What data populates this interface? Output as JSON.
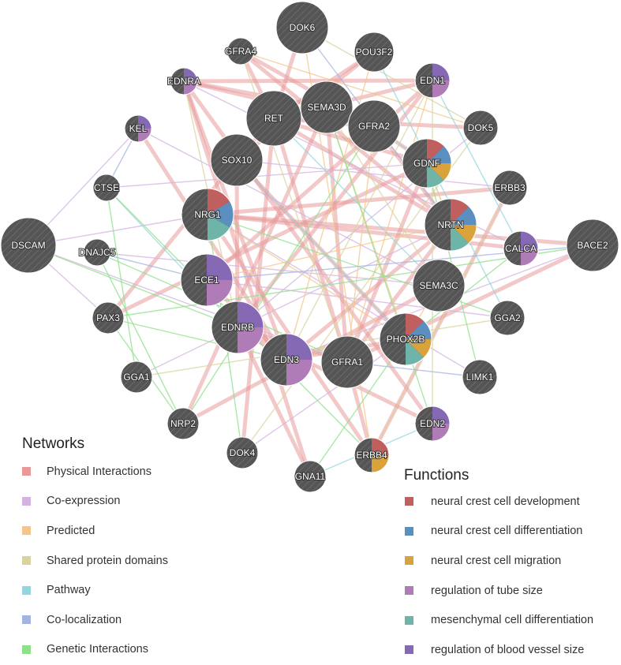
{
  "nodes": [
    {
      "name": "DOK6",
      "functions": []
    },
    {
      "name": "GFRA4",
      "functions": []
    },
    {
      "name": "POU3F2",
      "functions": []
    },
    {
      "name": "EDNRA",
      "functions": [
        "regulation of blood vessel size",
        "regulation of tube size"
      ]
    },
    {
      "name": "EDN1",
      "functions": [
        "regulation of blood vessel size",
        "regulation of tube size"
      ]
    },
    {
      "name": "SEMA3D",
      "functions": []
    },
    {
      "name": "RET",
      "functions": []
    },
    {
      "name": "GFRA2",
      "functions": []
    },
    {
      "name": "KEL",
      "functions": [
        "regulation of blood vessel size",
        "regulation of tube size"
      ]
    },
    {
      "name": "DOK5",
      "functions": []
    },
    {
      "name": "SOX10",
      "functions": []
    },
    {
      "name": "GDNF",
      "functions": [
        "neural crest cell development",
        "neural crest cell differentiation",
        "neural crest cell migration",
        "mesenchymal cell differentiation"
      ]
    },
    {
      "name": "CTSE",
      "functions": []
    },
    {
      "name": "ERBB3",
      "functions": []
    },
    {
      "name": "NRG1",
      "functions": [
        "neural crest cell development",
        "neural crest cell differentiation",
        "mesenchymal cell differentiation"
      ]
    },
    {
      "name": "NRTN",
      "functions": [
        "neural crest cell development",
        "neural crest cell differentiation",
        "neural crest cell migration",
        "mesenchymal cell differentiation"
      ]
    },
    {
      "name": "DSCAM",
      "functions": []
    },
    {
      "name": "DNAJC5",
      "functions": []
    },
    {
      "name": "CALCA",
      "functions": [
        "regulation of blood vessel size",
        "regulation of tube size"
      ]
    },
    {
      "name": "BACE2",
      "functions": []
    },
    {
      "name": "ECE1",
      "functions": [
        "regulation of blood vessel size",
        "regulation of tube size"
      ]
    },
    {
      "name": "SEMA3C",
      "functions": []
    },
    {
      "name": "PAX3",
      "functions": []
    },
    {
      "name": "GGA2",
      "functions": []
    },
    {
      "name": "EDNRB",
      "functions": [
        "regulation of blood vessel size",
        "regulation of tube size"
      ]
    },
    {
      "name": "PHOX2B",
      "functions": [
        "neural crest cell development",
        "neural crest cell differentiation",
        "neural crest cell migration",
        "mesenchymal cell differentiation"
      ]
    },
    {
      "name": "EDN3",
      "functions": [
        "regulation of blood vessel size",
        "regulation of tube size"
      ]
    },
    {
      "name": "GFRA1",
      "functions": []
    },
    {
      "name": "GGA1",
      "functions": []
    },
    {
      "name": "LIMK1",
      "functions": []
    },
    {
      "name": "NRP2",
      "functions": []
    },
    {
      "name": "EDN2",
      "functions": [
        "regulation of blood vessel size",
        "regulation of tube size"
      ]
    },
    {
      "name": "DOK4",
      "functions": []
    },
    {
      "name": "ERBB4",
      "functions": [
        "neural crest cell development",
        "neural crest cell migration"
      ]
    },
    {
      "name": "GNA11",
      "functions": []
    }
  ],
  "edges": [
    [
      "RET",
      "GFRA1",
      "Physical Interactions"
    ],
    [
      "RET",
      "GFRA2",
      "Physical Interactions"
    ],
    [
      "RET",
      "GDNF",
      "Physical Interactions"
    ],
    [
      "RET",
      "NRTN",
      "Physical Interactions"
    ],
    [
      "RET",
      "SOX10",
      "Physical Interactions"
    ],
    [
      "RET",
      "GFRA4",
      "Physical Interactions"
    ],
    [
      "GFRA1",
      "GDNF",
      "Physical Interactions"
    ],
    [
      "GFRA1",
      "NRTN",
      "Physical Interactions"
    ],
    [
      "GFRA2",
      "NRTN",
      "Physical Interactions"
    ],
    [
      "GFRA2",
      "GDNF",
      "Physical Interactions"
    ],
    [
      "GFRA4",
      "GFRA2",
      "Physical Interactions"
    ],
    [
      "GFRA4",
      "NRTN",
      "Physical Interactions"
    ],
    [
      "EDN3",
      "EDNRB",
      "Physical Interactions"
    ],
    [
      "EDN1",
      "EDNRB",
      "Physical Interactions"
    ],
    [
      "EDN2",
      "EDNRB",
      "Physical Interactions"
    ],
    [
      "EDN1",
      "EDNRA",
      "Physical Interactions"
    ],
    [
      "EDN3",
      "EDNRA",
      "Physical Interactions"
    ],
    [
      "EDN2",
      "EDNRA",
      "Physical Interactions"
    ],
    [
      "ECE1",
      "EDN1",
      "Physical Interactions"
    ],
    [
      "ECE1",
      "EDN3",
      "Physical Interactions"
    ],
    [
      "KEL",
      "EDN3",
      "Physical Interactions"
    ],
    [
      "NRG1",
      "ERBB3",
      "Physical Interactions"
    ],
    [
      "NRG1",
      "ERBB4",
      "Physical Interactions"
    ],
    [
      "ERBB3",
      "ERBB4",
      "Physical Interactions"
    ],
    [
      "DOK6",
      "RET",
      "Physical Interactions"
    ],
    [
      "DOK5",
      "RET",
      "Physical Interactions"
    ],
    [
      "DOK4",
      "RET",
      "Physical Interactions"
    ],
    [
      "SEMA3D",
      "NRP2",
      "Physical Interactions"
    ],
    [
      "SEMA3C",
      "NRP2",
      "Physical Interactions"
    ],
    [
      "SEMA3D",
      "GFRA1",
      "Physical Interactions"
    ],
    [
      "PHOX2B",
      "SOX10",
      "Physical Interactions"
    ],
    [
      "EDNRB",
      "SOX10",
      "Physical Interactions"
    ],
    [
      "EDNRA",
      "GFRA2",
      "Physical Interactions"
    ],
    [
      "EDNRA",
      "SEMA3D",
      "Physical Interactions"
    ],
    [
      "EDN1",
      "RET",
      "Physical Interactions"
    ],
    [
      "GNA11",
      "EDNRB",
      "Physical Interactions"
    ],
    [
      "GNA11",
      "EDNRA",
      "Physical Interactions"
    ],
    [
      "BACE2",
      "GFRA1",
      "Physical Interactions"
    ],
    [
      "BACE2",
      "NRG1",
      "Physical Interactions"
    ],
    [
      "CALCA",
      "NRG1",
      "Physical Interactions"
    ],
    [
      "ERBB4",
      "GFRA1",
      "Physical Interactions"
    ],
    [
      "PAX3",
      "SOX10",
      "Physical Interactions"
    ],
    [
      "PHOX2B",
      "EDN3",
      "Physical Interactions"
    ],
    [
      "EDNRB",
      "GFRA1",
      "Physical Interactions"
    ],
    [
      "NRTN",
      "EDN3",
      "Physical Interactions"
    ],
    [
      "GDNF",
      "PAX3",
      "Physical Interactions"
    ],
    [
      "POU3F2",
      "SOX10",
      "Physical Interactions"
    ],
    [
      "POU3F2",
      "RET",
      "Physical Interactions"
    ],
    [
      "DSCAM",
      "NRG1",
      "Co-expression"
    ],
    [
      "DSCAM",
      "GFRA1",
      "Co-expression"
    ],
    [
      "DSCAM",
      "KEL",
      "Co-expression"
    ],
    [
      "DSCAM",
      "PAX3",
      "Co-expression"
    ],
    [
      "CTSE",
      "GDNF",
      "Co-expression"
    ],
    [
      "DNAJC5",
      "SEMA3C",
      "Co-expression"
    ],
    [
      "GGA1",
      "NRTN",
      "Co-expression"
    ],
    [
      "GGA2",
      "ECE1",
      "Co-expression"
    ],
    [
      "LIMK1",
      "NRG1",
      "Co-expression"
    ],
    [
      "DOK5",
      "EDNRB",
      "Co-expression"
    ],
    [
      "BACE2",
      "EDN3",
      "Co-expression"
    ],
    [
      "KEL",
      "SEMA3C",
      "Co-expression"
    ],
    [
      "CALCA",
      "EDNRA",
      "Co-expression"
    ],
    [
      "ERBB3",
      "SOX10",
      "Co-expression"
    ],
    [
      "DOK4",
      "PHOX2B",
      "Co-expression"
    ],
    [
      "GDNF",
      "NRTN",
      "Predicted"
    ],
    [
      "GFRA1",
      "GFRA2",
      "Predicted"
    ],
    [
      "PHOX2B",
      "SEMA3C",
      "Predicted"
    ],
    [
      "EDN1",
      "GFRA1",
      "Predicted"
    ],
    [
      "SEMA3D",
      "PHOX2B",
      "Predicted"
    ],
    [
      "DOK6",
      "ERBB4",
      "Predicted"
    ],
    [
      "POU3F2",
      "EDN3",
      "Predicted"
    ],
    [
      "NRG1",
      "PHOX2B",
      "Predicted"
    ],
    [
      "GFRA4",
      "DOK5",
      "Predicted"
    ],
    [
      "ECE1",
      "NRTN",
      "Predicted"
    ],
    [
      "SEMA3D",
      "SEMA3C",
      "Shared protein domains"
    ],
    [
      "EDN1",
      "EDN3",
      "Shared protein domains"
    ],
    [
      "EDN2",
      "EDN1",
      "Shared protein domains"
    ],
    [
      "DOK4",
      "DOK5",
      "Shared protein domains"
    ],
    [
      "DOK6",
      "DOK5",
      "Shared protein domains"
    ],
    [
      "GGA1",
      "GGA2",
      "Shared protein domains"
    ],
    [
      "ERBB3",
      "ERBB4",
      "Shared protein domains"
    ],
    [
      "GFRA4",
      "GFRA1",
      "Shared protein domains"
    ],
    [
      "NRTN",
      "GDNF",
      "Shared protein domains"
    ],
    [
      "EDNRA",
      "EDNRB",
      "Shared protein domains"
    ],
    [
      "GDNF",
      "GFRA2",
      "Pathway"
    ],
    [
      "RET",
      "SEMA3C",
      "Pathway"
    ],
    [
      "EDN1",
      "CALCA",
      "Pathway"
    ],
    [
      "SOX10",
      "PHOX2B",
      "Pathway"
    ],
    [
      "GNA11",
      "EDN2",
      "Pathway"
    ],
    [
      "POU3F2",
      "GGA2",
      "Pathway"
    ],
    [
      "CTSE",
      "EDNRB",
      "Pathway"
    ],
    [
      "DOK6",
      "NRTN",
      "Co-localization"
    ],
    [
      "DNAJC5",
      "ECE1",
      "Co-localization"
    ],
    [
      "GFRA1",
      "LIMK1",
      "Co-localization"
    ],
    [
      "BACE2",
      "ECE1",
      "Co-localization"
    ],
    [
      "KEL",
      "CTSE",
      "Co-localization"
    ],
    [
      "NRP2",
      "PAX3",
      "Genetic Interactions"
    ],
    [
      "NRP2",
      "DNAJC5",
      "Genetic Interactions"
    ],
    [
      "GGA1",
      "CTSE",
      "Genetic Interactions"
    ],
    [
      "PAX3",
      "EDN3",
      "Genetic Interactions"
    ],
    [
      "DSCAM",
      "EDNRB",
      "Genetic Interactions"
    ],
    [
      "DOK4",
      "NRG1",
      "Genetic Interactions"
    ],
    [
      "LIMK1",
      "GDNF",
      "Genetic Interactions"
    ],
    [
      "GGA2",
      "NRG1",
      "Genetic Interactions"
    ],
    [
      "EDN2",
      "SEMA3D",
      "Genetic Interactions"
    ],
    [
      "CALCA",
      "PHOX2B",
      "Genetic Interactions"
    ],
    [
      "ERBB4",
      "CTSE",
      "Genetic Interactions"
    ],
    [
      "GNA11",
      "PHOX2B",
      "Genetic Interactions"
    ],
    [
      "NRP2",
      "GFRA2",
      "Genetic Interactions"
    ],
    [
      "BACE2",
      "PAX3",
      "Genetic Interactions"
    ],
    [
      "DNAJC5",
      "GFRA1",
      "Genetic Interactions"
    ]
  ],
  "networks": {
    "title": "Networks",
    "items": [
      {
        "label": "Physical Interactions",
        "color": "#e89a9a"
      },
      {
        "label": "Co-expression",
        "color": "#d4b3e0"
      },
      {
        "label": "Predicted",
        "color": "#f4c58a"
      },
      {
        "label": "Shared protein domains",
        "color": "#d9d39e"
      },
      {
        "label": "Pathway",
        "color": "#94d6e0"
      },
      {
        "label": "Co-localization",
        "color": "#a3b4e0"
      },
      {
        "label": "Genetic Interactions",
        "color": "#8fe08a"
      }
    ]
  },
  "functions": {
    "title": "Functions",
    "items": [
      {
        "label": "neural crest cell development",
        "color": "#c0605e"
      },
      {
        "label": "neural crest cell differentiation",
        "color": "#5a8fc0"
      },
      {
        "label": "neural crest cell migration",
        "color": "#d9a23a"
      },
      {
        "label": "regulation of tube size",
        "color": "#b07cb8"
      },
      {
        "label": "mesenchymal cell differentiation",
        "color": "#6fb4a8"
      },
      {
        "label": "regulation of blood vessel size",
        "color": "#8569b5"
      }
    ]
  },
  "node_fill": "#555555"
}
